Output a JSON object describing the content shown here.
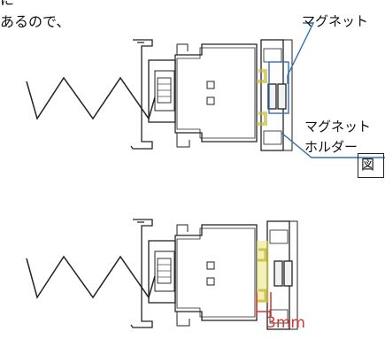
{
  "text": {
    "line1": "に",
    "line2": "あるので、"
  },
  "labels": {
    "magnet": "マグネット",
    "magnet_holder_line1": "マグネット",
    "magnet_holder_line2": "ホルダー",
    "figure_tag": "図",
    "dimension": "3mm"
  },
  "colors": {
    "callout_line": "#2f6fb5",
    "dimension": "#d9342b",
    "highlight": "#e9e37a",
    "stroke": "#222222"
  }
}
